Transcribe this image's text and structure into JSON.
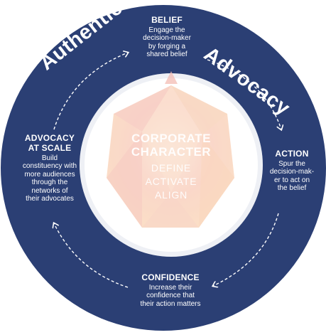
{
  "colors": {
    "ring": "#2b3f74",
    "ring_edge": "#f2f3f6",
    "inner_bg": "#ffffff",
    "core_pink": "#f8cdc6",
    "core_peach": "#fbd9bb",
    "core_light": "#fbe3cf",
    "text": "#ffffff",
    "arrow": "#ffffff"
  },
  "arc_labels": {
    "left": "Authentic",
    "right": "Advocacy"
  },
  "stages": {
    "belief": {
      "title": "BELIEF",
      "desc": [
        "Engage the",
        "decision-maker",
        "by forging a",
        "shared belief"
      ]
    },
    "action": {
      "title": "ACTION",
      "desc": [
        "Spur the",
        "decision-mak-",
        "er to act on",
        "the belief"
      ]
    },
    "confidence": {
      "title": "CONFIDENCE",
      "desc": [
        "Increase their",
        "confidence that",
        "their action matters"
      ]
    },
    "advocacy_at_scale": {
      "title": [
        "ADVOCACY",
        "AT SCALE"
      ],
      "desc": [
        "Build",
        "constituency with",
        "more audiences",
        "through the",
        "networks of",
        "their advocates"
      ]
    }
  },
  "core": {
    "title": [
      "CORPORATE",
      "CHARACTER"
    ],
    "verbs": [
      "DEFINE",
      "ACTIVATE",
      "ALIGN"
    ]
  }
}
